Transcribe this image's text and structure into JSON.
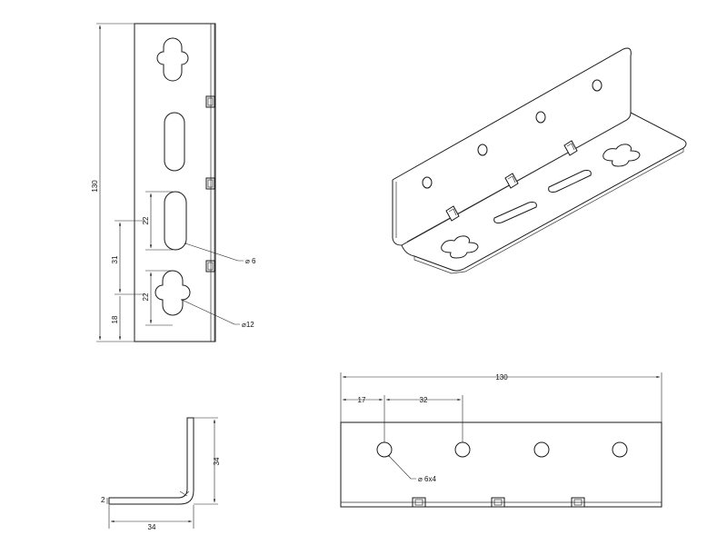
{
  "front_view": {
    "dim_height": "130",
    "dim_slot_height": "22",
    "dim_spacing": "31",
    "dim_keyhole_height": "22",
    "dim_bottom_offset": "18",
    "dim_slot_dia": "⌀ 6",
    "dim_keyhole_dia": "⌀12"
  },
  "side_view": {
    "dim_height": "34",
    "dim_thickness": "2",
    "dim_width": "34"
  },
  "top_view": {
    "dim_length": "130",
    "dim_edge_offset": "17",
    "dim_pitch": "32",
    "dim_hole": "⌀ 6x4"
  }
}
